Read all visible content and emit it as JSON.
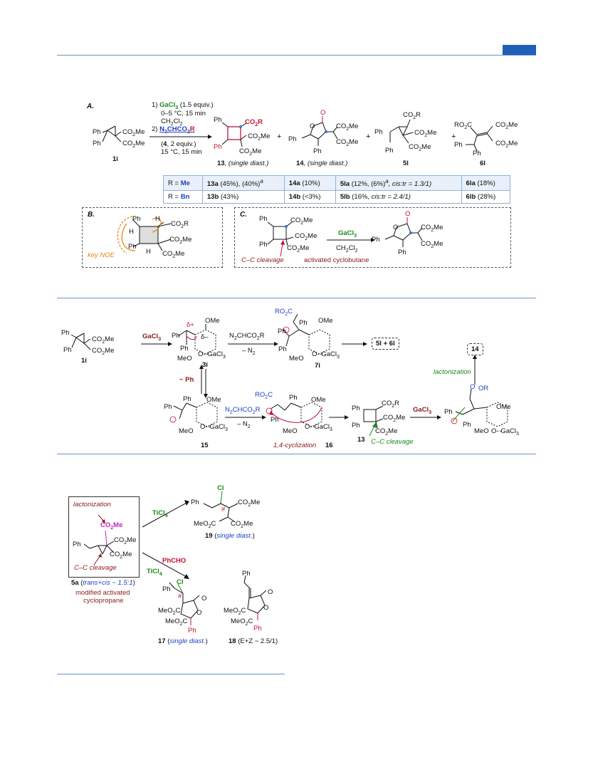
{
  "panel_a": {
    "label": "A.",
    "cond1_num": "1)",
    "cond1_reagent": "GaCl",
    "cond1_reagent_sub": "3",
    "cond1_equiv": "(1.5 equiv.)",
    "cond1_temp": "0–5 °C, 15 min",
    "cond1_solv": "CH",
    "cond1_solv_sub": "2",
    "cond1_solv2": "Cl",
    "cond1_solv2_sub": "2",
    "cond2_num": "2)",
    "cond2_reagent": "N",
    "cond2_reagent_sub": "2",
    "cond2_reagent2": "CHCO",
    "cond2_reagent2_sub": "2",
    "cond2_reagent3": "R",
    "cond2_equiv_pre": "(",
    "cond2_equiv_num": "4",
    "cond2_equiv_post": ", 2 equiv.)",
    "cond2_temp": "15 °C, 15 min",
    "sm_label": "1i",
    "p13_label": "13",
    "p13_note": ", (single diast.)",
    "p14_label": "14",
    "p14_note": ", (single diast.)",
    "p5_label": "5l",
    "p6_label": "6l",
    "plus": "+"
  },
  "results_table": {
    "rows": [
      {
        "r_label": "R = ",
        "r_value": "Me",
        "c13": "13a",
        "c13_text": " (45%), (40%)",
        "c13_sup": "a",
        "c14": "14a",
        "c14_text": " (10%)",
        "c5": "5la",
        "c5_text": " (12%, (6%)",
        "c5_sup": "a",
        "c5_text2": ", cis:tr = 1.3/1)",
        "c6": "6la",
        "c6_text": " (18%)"
      },
      {
        "r_label": "R = ",
        "r_value": "Bn",
        "c13": "13b",
        "c13_text": " (43%)",
        "c13_sup": "",
        "c14": "14b",
        "c14_text": " (<3%)",
        "c5": "5lb",
        "c5_text": " (16%, ",
        "c5_sup": "",
        "c5_text2": "cis:tr = 2.4/1)",
        "c6": "6lb",
        "c6_text": " (28%)"
      }
    ]
  },
  "panel_b": {
    "label": "B.",
    "noe": "key NOE"
  },
  "panel_c": {
    "label": "C.",
    "reagent": "GaCl",
    "reagent_sub": "3",
    "solvent": "CH",
    "solvent_sub": "2",
    "solvent2": "Cl",
    "solvent2_sub": "2",
    "cc_cleavage": "C–C cleavage",
    "activated": "activated cyclobutane"
  },
  "mechanism": {
    "gacl3": "GaCl",
    "gacl3_sub": "3",
    "diazo": "N",
    "diazo_sub": "2",
    "diazo2": "CHCO",
    "diazo2_sub": "2",
    "diazo3": "R",
    "minus_n2": "– N",
    "minus_n2_sub": "2",
    "label_1i": "1i",
    "label_3i": "3i",
    "label_7i": "7i",
    "label_15": "15",
    "label_16": "16",
    "label_13": "13",
    "label_14": "14",
    "box_5l": "5l",
    "box_plus": "+",
    "box_6l": "6l",
    "shift": "~ Ph",
    "lactonization": "lactonization",
    "cyclization": "1,4-cyclization",
    "cc_cleavage": "C–C cleavage",
    "delta_plus": "δ+",
    "delta_minus": "δ–"
  },
  "section3": {
    "lactonization": "lactonization",
    "co2me": "CO",
    "co2me_sub": "2",
    "co2me2": "Me",
    "cc_cleavage": "C–C cleavage",
    "label_5a": "5a",
    "note_5a_pre": "(",
    "note_5a": "trans+cis ~ 1.5:1",
    "note_5a_post": ")",
    "desc1": "modified activated",
    "desc2": "cyclopropane",
    "ticl4": "TiCl",
    "ticl4_sub": "4",
    "phcho": "PhCHO",
    "label_19": "19",
    "note_19": "single diast.",
    "label_17": "17",
    "note_17": "single diast.",
    "label_18": "18",
    "note_18": "(E+Z ~ 2.5/1)"
  },
  "colors": {
    "rule": "#6a93c8",
    "header_block": "#1f5fb8",
    "red": "#c8102e",
    "green": "#1a8a1a",
    "blue": "#1f3fbf",
    "dark_red": "#8b1a1a",
    "orange": "#e08a1e",
    "magenta": "#c020c0"
  }
}
